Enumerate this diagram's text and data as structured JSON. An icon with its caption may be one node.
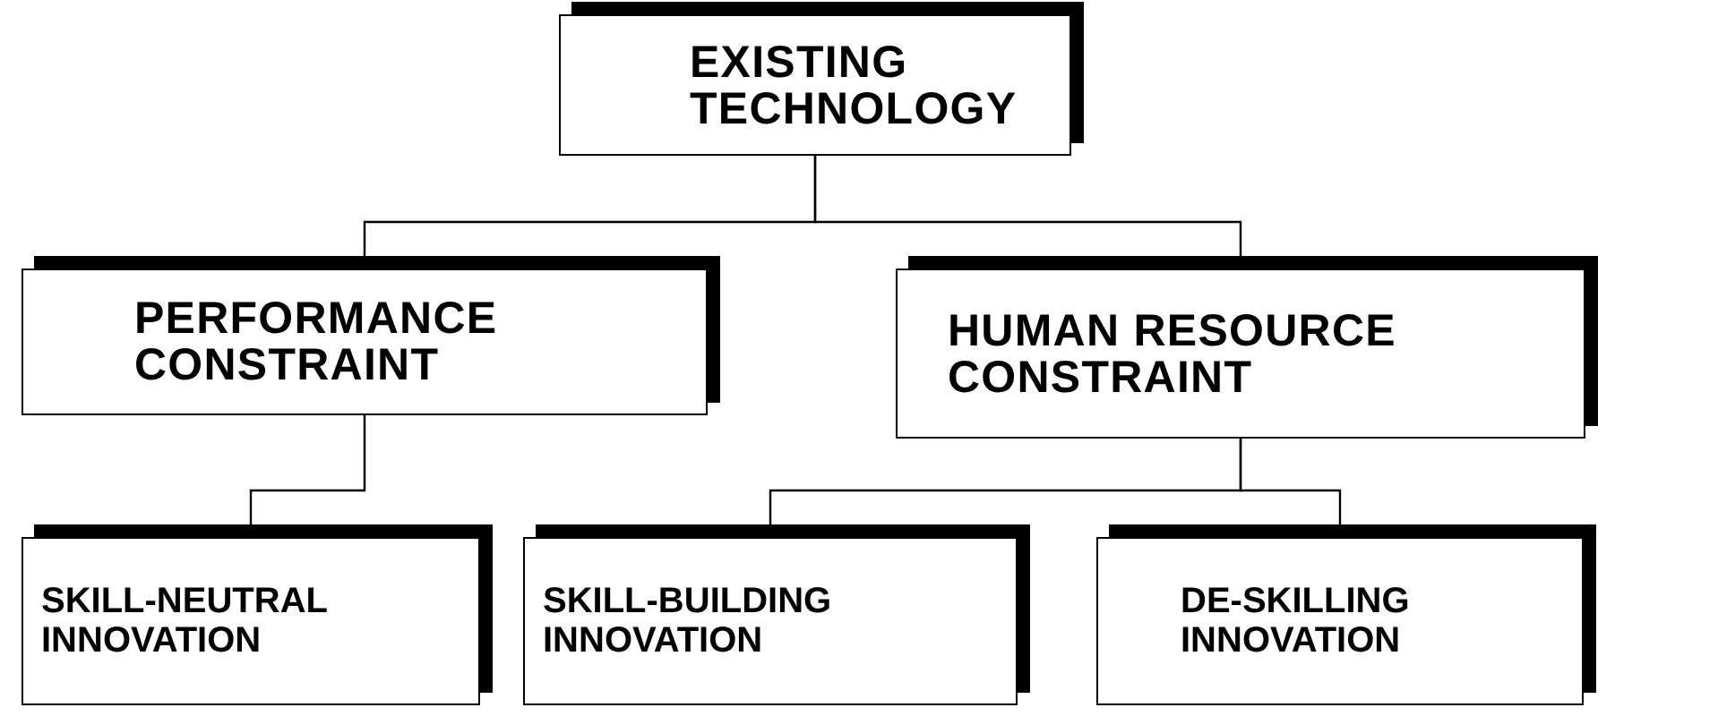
{
  "diagram": {
    "nodes": [
      {
        "text": [
          "EXISTING TECHNOLOGY"
        ]
      },
      {
        "text": [
          "PERFORMANCE CONSTRAINT"
        ]
      },
      {
        "text": [
          "HUMAN RESOURCE CONSTRAINT"
        ]
      },
      {
        "text": [
          "SKILL-NEUTRAL INNOVATION"
        ]
      },
      {
        "text": [
          "SKILL-BUILDING INNOVATION"
        ]
      },
      {
        "text": [
          "DE-SKILLING INNOVATION"
        ]
      }
    ],
    "edges": [
      {
        "from": 0,
        "to": 1,
        "arrow": "none"
      },
      {
        "from": 0,
        "to": 2,
        "arrow": "none"
      },
      {
        "from": 1,
        "to": 3,
        "arrow": "none"
      },
      {
        "from": 2,
        "to": 4,
        "arrow": "none"
      },
      {
        "from": 2,
        "to": 5,
        "arrow": "none"
      }
    ]
  }
}
